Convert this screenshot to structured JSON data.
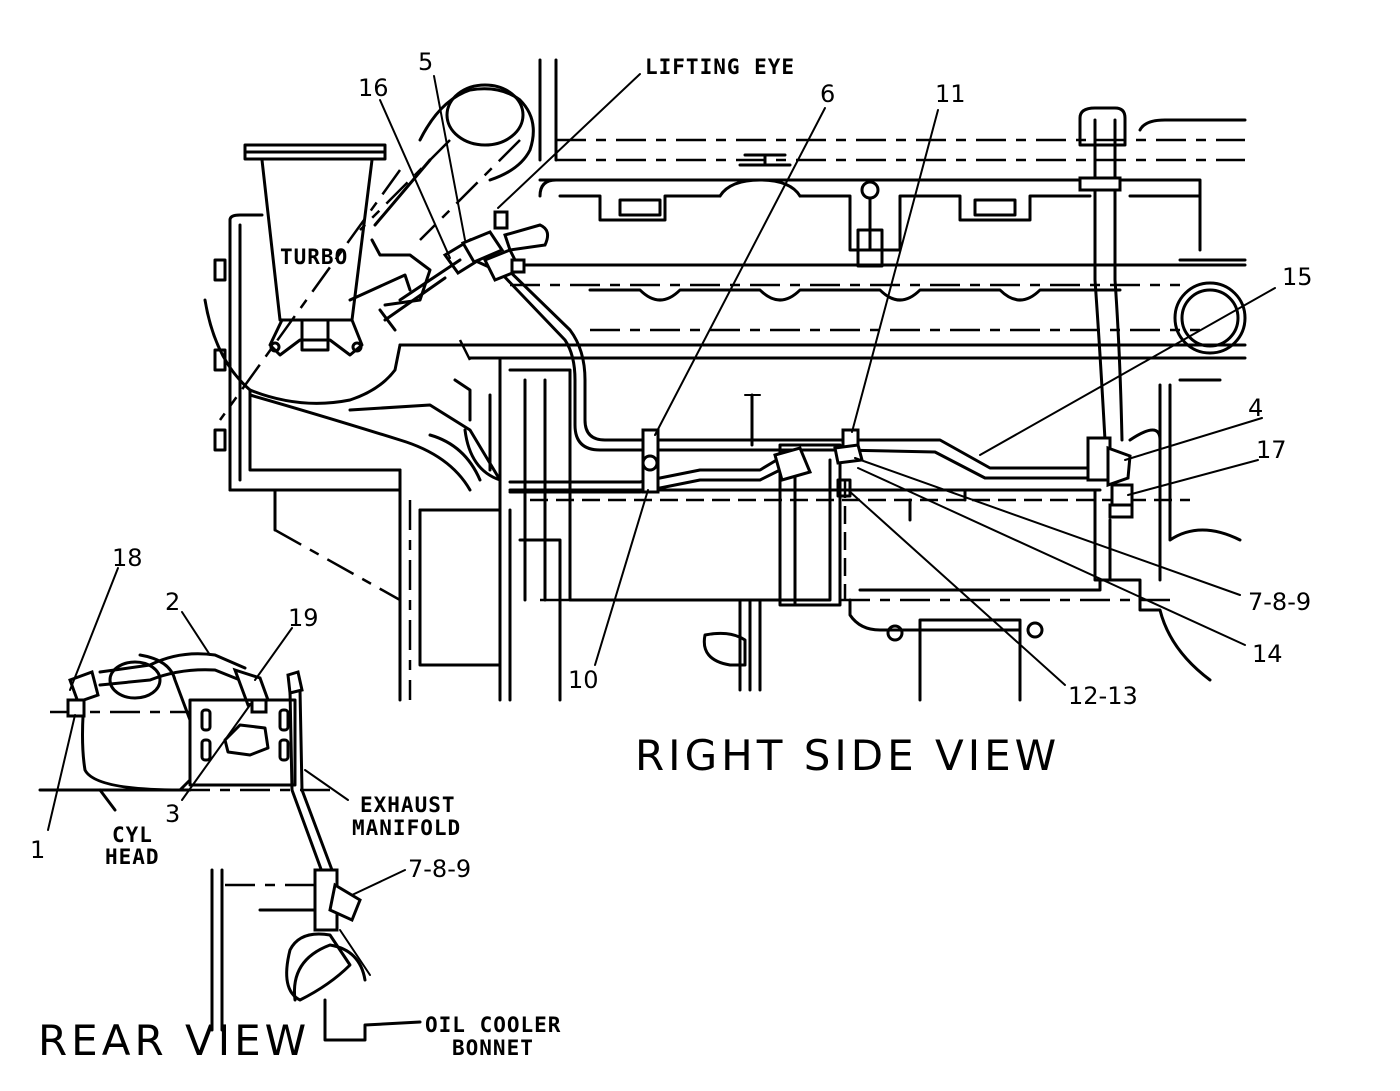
{
  "views": {
    "right_side": "RIGHT SIDE VIEW",
    "rear": "REAR VIEW"
  },
  "labels": {
    "lifting_eye": "LIFTING EYE",
    "turbo": "TURBO",
    "exhaust_manifold_1": "EXHAUST",
    "exhaust_manifold_2": "MANIFOLD",
    "cyl_head_1": "CYL",
    "cyl_head_2": "HEAD",
    "oil_cooler_bonnet_1": "OIL COOLER",
    "oil_cooler_bonnet_2": "BONNET"
  },
  "callouts": {
    "c1": "1",
    "c2": "2",
    "c3": "3",
    "c4": "4",
    "c5": "5",
    "c6": "6",
    "c10": "10",
    "c11": "11",
    "c14": "14",
    "c15": "15",
    "c16": "16",
    "c17": "17",
    "c18": "18",
    "c19": "19",
    "c789_right": "7-8-9",
    "c789_rear": "7-8-9",
    "c1213": "12-13"
  }
}
